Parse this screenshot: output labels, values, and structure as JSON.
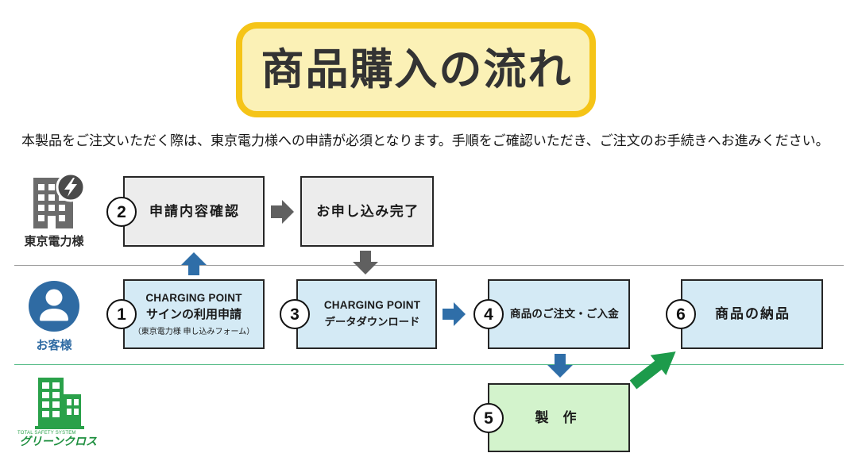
{
  "title": "商品購入の流れ",
  "description": "本製品をご注文いただく際は、東京電力様への申請が必須となります。手順をご確認いただき、ご注文のお手続きへお進みください。",
  "lanes": {
    "utility": {
      "label": "東京電力様",
      "icon": "building-lightning-icon"
    },
    "customer": {
      "label": "お客様",
      "icon": "person-icon"
    },
    "company": {
      "tagline": "TOTAL SAFETY SYSTEM",
      "logo_text": "グリーンクロス",
      "icon": "building-icon"
    }
  },
  "steps": {
    "step1": {
      "number": "1",
      "line1": "CHARGING POINT",
      "line2": "サインの利用申請",
      "note": "（東京電力様 申し込みフォーム）"
    },
    "step2": {
      "number": "2",
      "label": "申請内容確認"
    },
    "application_complete": {
      "label": "お申し込み完了"
    },
    "step3": {
      "number": "3",
      "line1": "CHARGING POINT",
      "line2": "データダウンロード"
    },
    "step4": {
      "number": "4",
      "label": "商品のご注文・ご入金"
    },
    "step5": {
      "number": "5",
      "label": "製作"
    },
    "step6": {
      "number": "6",
      "label": "商品の納品"
    }
  },
  "colors": {
    "title_bg": "#fbf1b6",
    "title_border": "#f5c417",
    "utility_box": "#ececec",
    "customer_box": "#d4eaf5",
    "company_box": "#d3f3cc",
    "blue": "#2f6ea8",
    "gray_arrow": "#606060",
    "green": "#1d9b4b",
    "customer_label": "#2f6ba3",
    "customer_icon": "#2f6ba3",
    "utility_icon": "#6b6b6b",
    "company_icon": "#2aa14a",
    "divider_gray": "#9b9b9b",
    "divider_green": "#5dbf8c"
  }
}
